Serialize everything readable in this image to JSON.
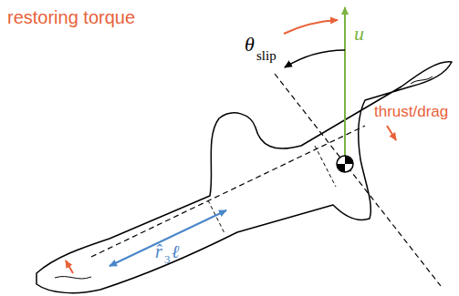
{
  "diagram": {
    "labels": [
      "restoring torque",
      "u",
      "θ",
      "slip",
      "thrust/drag",
      "r̂",
      "3",
      "ℓ"
    ]
  }
}
